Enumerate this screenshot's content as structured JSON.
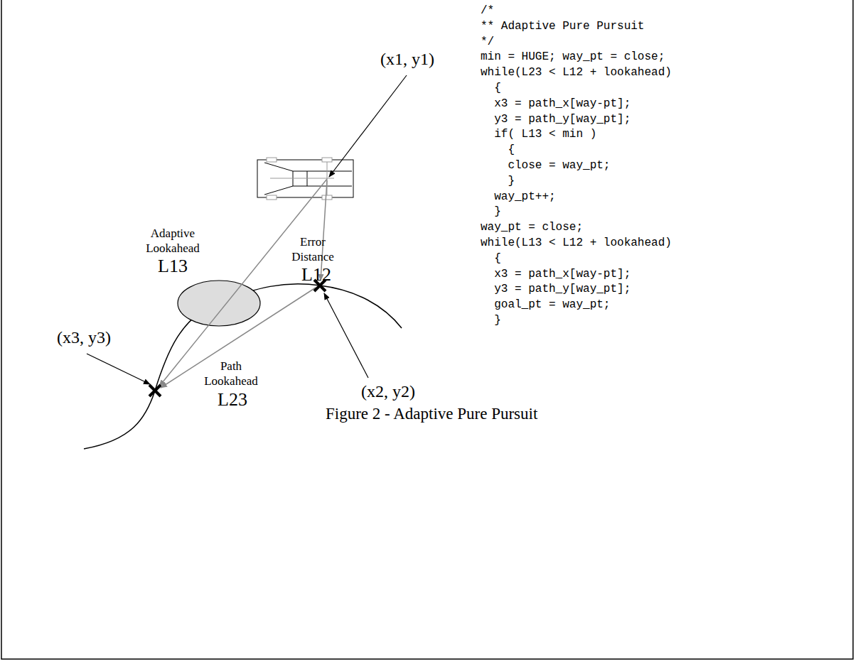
{
  "diagram": {
    "caption": "Figure 2 - Adaptive Pure Pursuit",
    "labels": [
      "(x1, y1)",
      "Adaptive Lookahead",
      "L13",
      "Error Distance",
      "L12",
      "(x3, y3)",
      "Path Lookahead",
      "L23",
      "(x2, y2)",
      "/*",
      "** Adaptive Pure Pursuit",
      "*/",
      "min = HUGE; way_pt = close;",
      "while(L23 < L12 + lookahead)",
      "  {",
      "  x3 = path_x[way-pt];",
      "  y3 = path_y[way_pt];",
      "  if( L13 < min )",
      "    {",
      "    close = way_pt;",
      "    }",
      "  way_pt++;",
      "  }",
      "way_pt = close;",
      "while(L13 < L12 + lookahead)",
      "  {",
      "  x3 = path_x[way-pt];",
      "  y3 = path_y[way_pt];",
      "  goal_pt = way_pt;",
      "  }"
    ]
  }
}
